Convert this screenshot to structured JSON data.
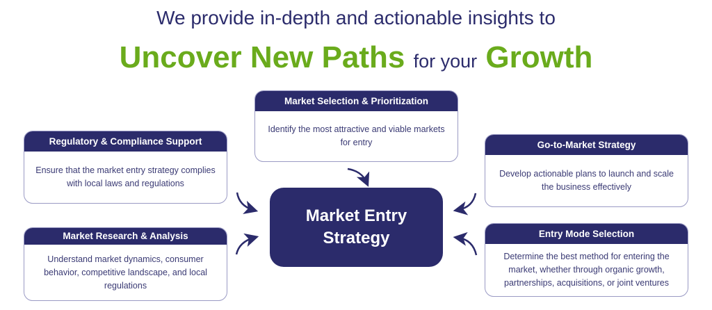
{
  "subtitle": "We provide in-depth and actionable insights to",
  "headline": {
    "part1": "Uncover New Paths",
    "part2": "for your",
    "part3": "Growth"
  },
  "center": "Market Entry Strategy",
  "cards": [
    {
      "title": "Market Selection & Prioritization",
      "text": "Identify the most attractive and viable markets for entry"
    },
    {
      "title": "Regulatory & Compliance Support",
      "text": "Ensure that the market entry strategy complies with local laws and regulations"
    },
    {
      "title": "Market Research & Analysis",
      "text": "Understand market dynamics, consumer behavior, competitive landscape, and local regulations"
    },
    {
      "title": "Go-to-Market Strategy",
      "text": "Develop actionable plans to launch and scale the business effectively"
    },
    {
      "title": "Entry Mode Selection",
      "text": "Determine the best method for entering the market, whether through organic growth, partnerships, acquisitions, or joint ventures"
    }
  ],
  "colors": {
    "navy": "#2b2b6b",
    "green": "#6aab1c"
  }
}
